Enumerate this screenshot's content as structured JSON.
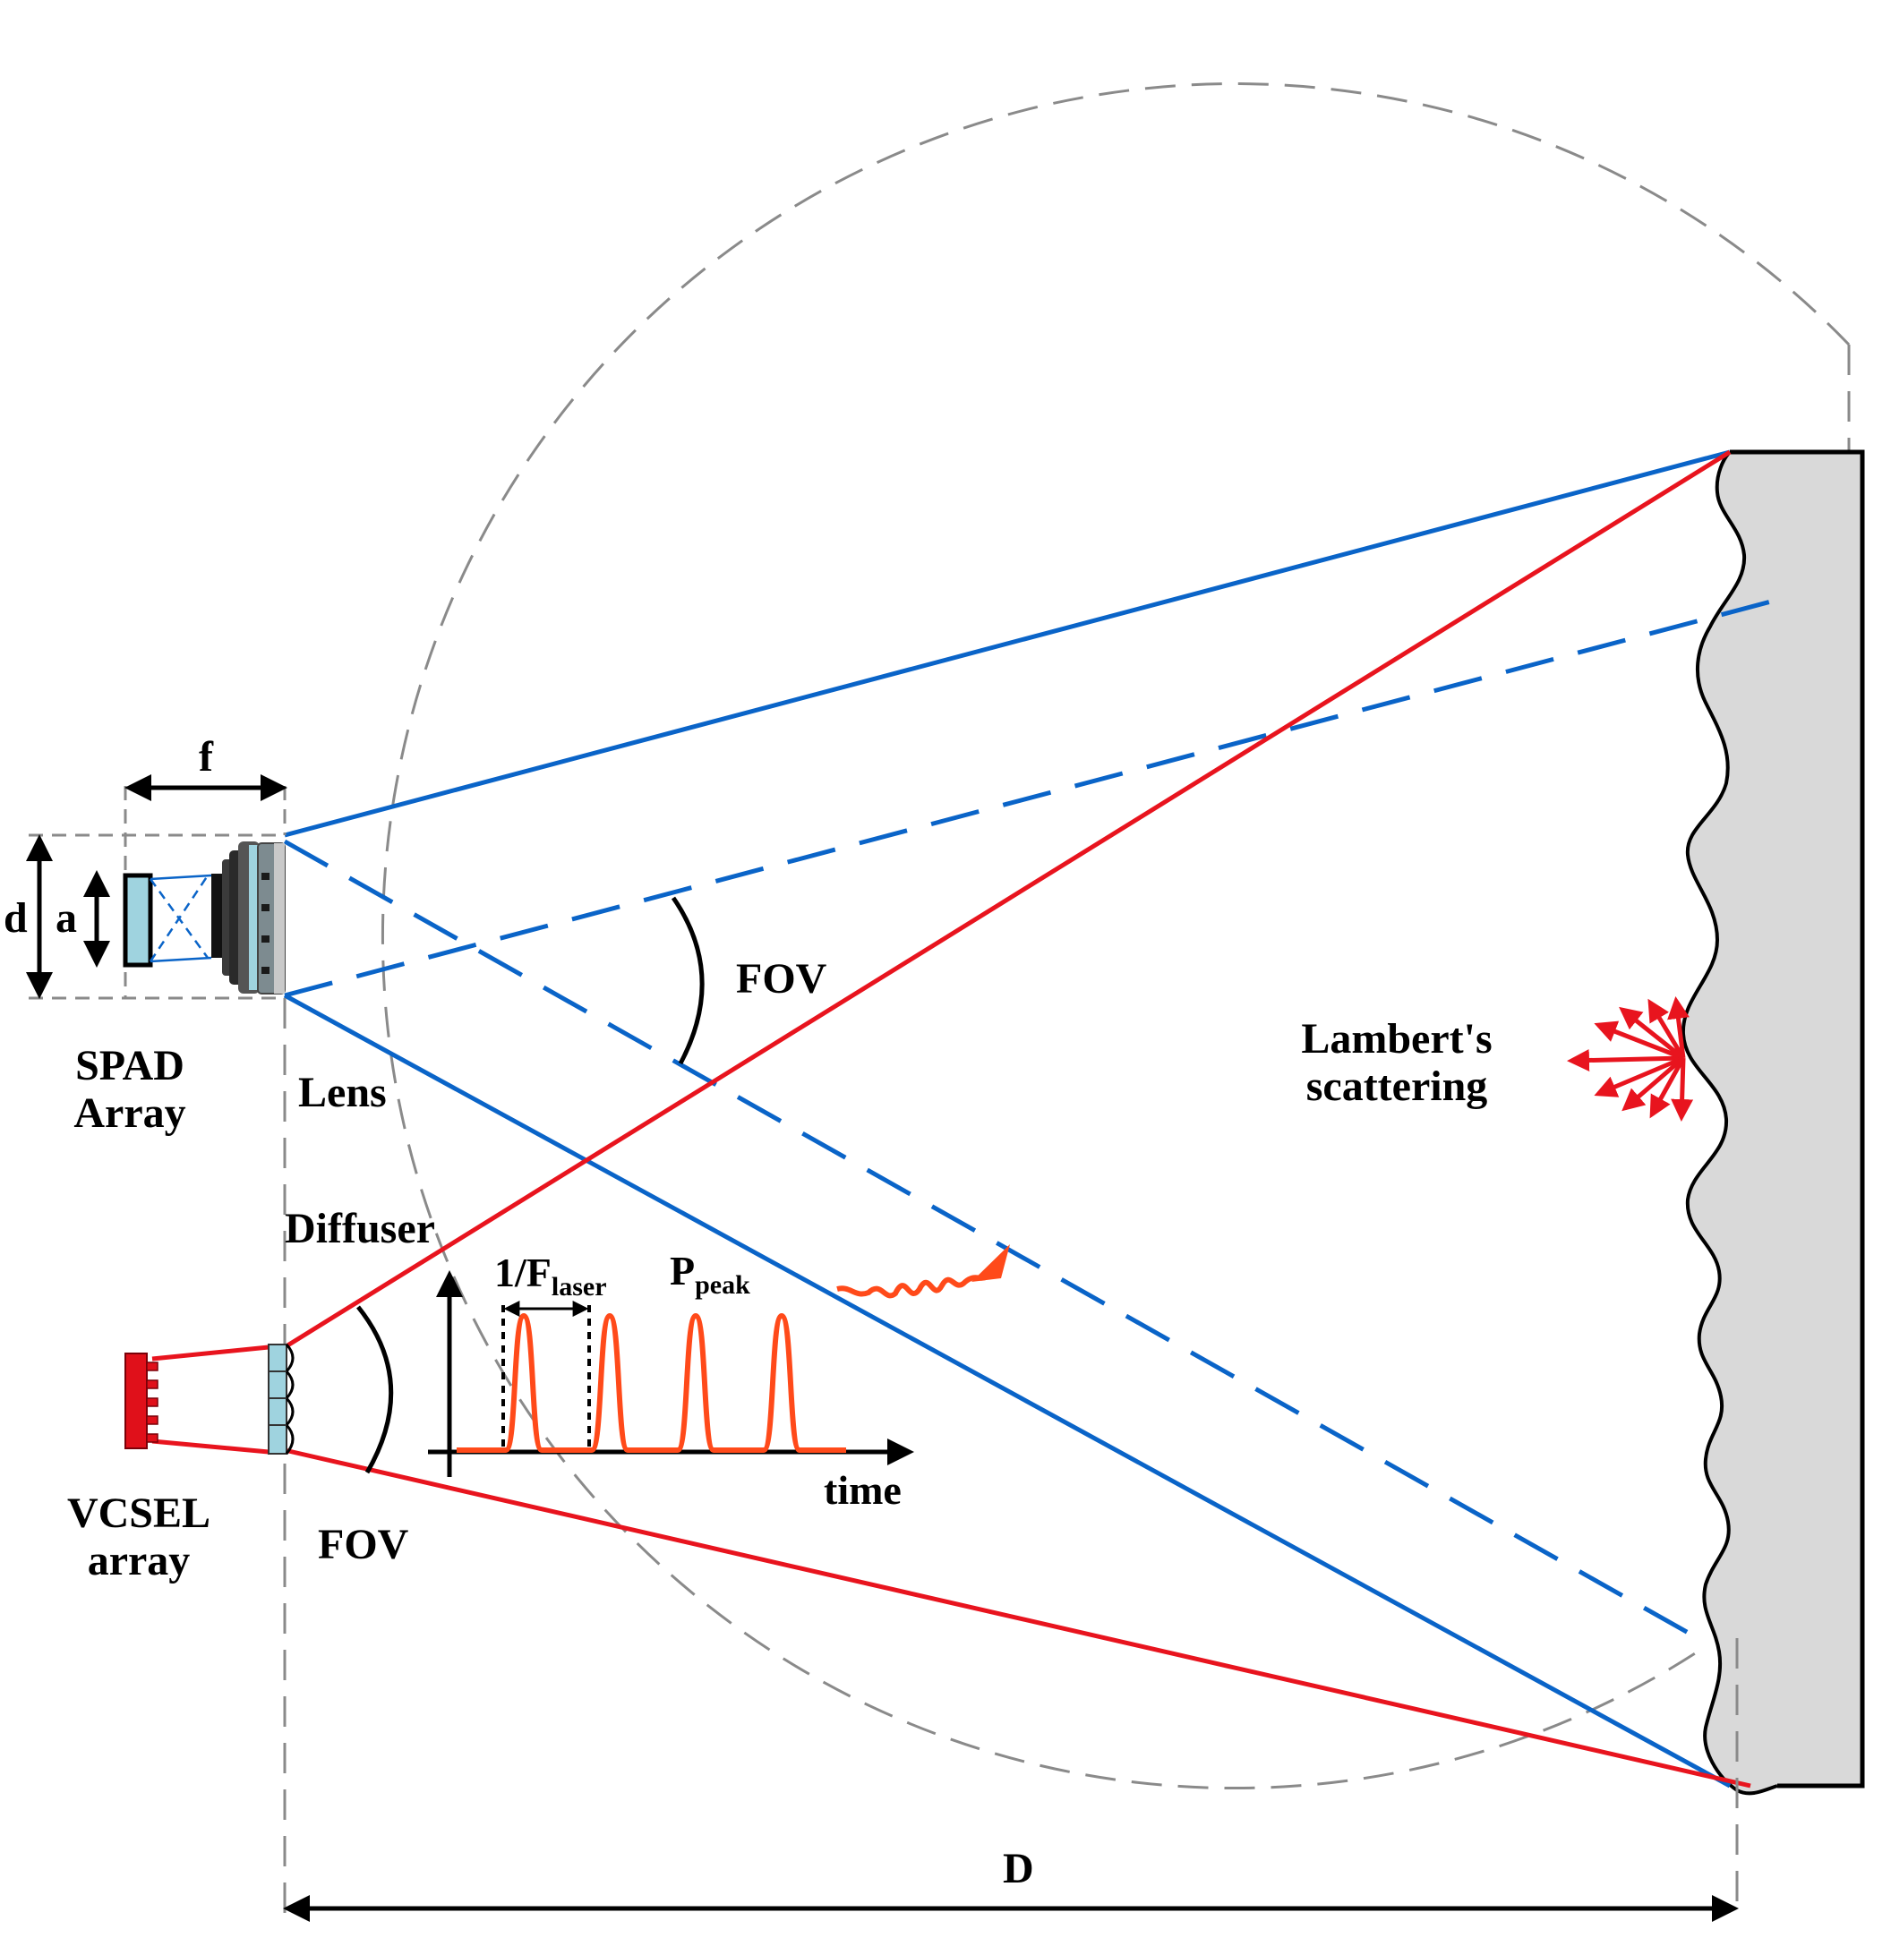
{
  "labels": {
    "f": "f",
    "d": "d",
    "a": "a",
    "spad_line1": "SPAD",
    "spad_line2": "Array",
    "lens": "Lens",
    "fov_receiver": "FOV",
    "lambert_line1": "Lambert's",
    "lambert_line2": "scattering",
    "diffuser": "Diffuser",
    "inv_f_prefix": "1/F",
    "inv_f_sub": "laser",
    "p_main": "P",
    "p_sub": "peak",
    "time_axis": "time",
    "vcsel_line1": "VCSEL",
    "vcsel_line2": "array",
    "fov_emitter": "FOV",
    "distance": "D"
  },
  "colors": {
    "receiver_beam": "#0a64c8",
    "emitter_beam": "#e8141e",
    "pulse": "#ff4a1a",
    "target_fill": "#d9d9d9",
    "guide_dash": "#8a8a8a",
    "vcsel": "#e0101a",
    "lens_glass": "#9fd3df"
  },
  "pulse_train": {
    "pulse_count": 4
  }
}
